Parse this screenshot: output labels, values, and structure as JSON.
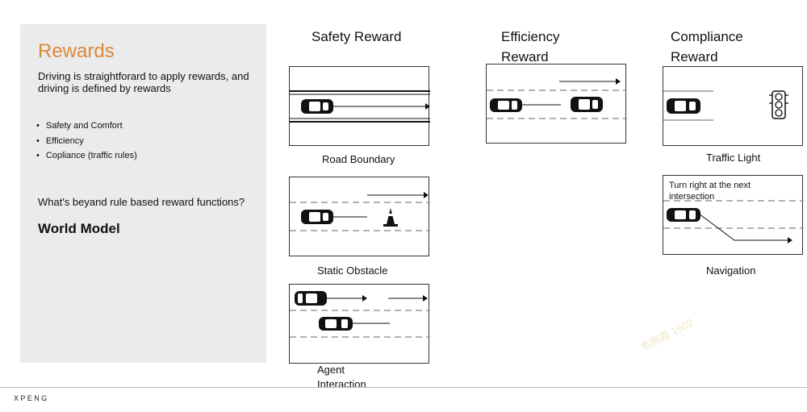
{
  "panel": {
    "title": "Rewards",
    "intro": "Driving is straightforard to apply rewards, and driving is defined by rewards",
    "bullets": [
      "Safety and Comfort",
      "Efficiency",
      "Copliance (traffic rules)"
    ],
    "question": "What's beyand rule based reward functions?",
    "model": "World Model"
  },
  "columns": {
    "safety": "Safety Reward",
    "efficiency": "Efficiency Reward",
    "compliance": "Compliance Reward"
  },
  "captions": {
    "road_boundary": "Road Boundary",
    "static_obstacle": "Static Obstacle",
    "agent_interaction": "Agent Interaction",
    "traffic_light": "Traffic Light",
    "navigation": "Navigation"
  },
  "navigation_text": "Turn right at the next intersection",
  "footer": {
    "logo": "XPENG"
  },
  "watermark": "韦丽霞 1502"
}
